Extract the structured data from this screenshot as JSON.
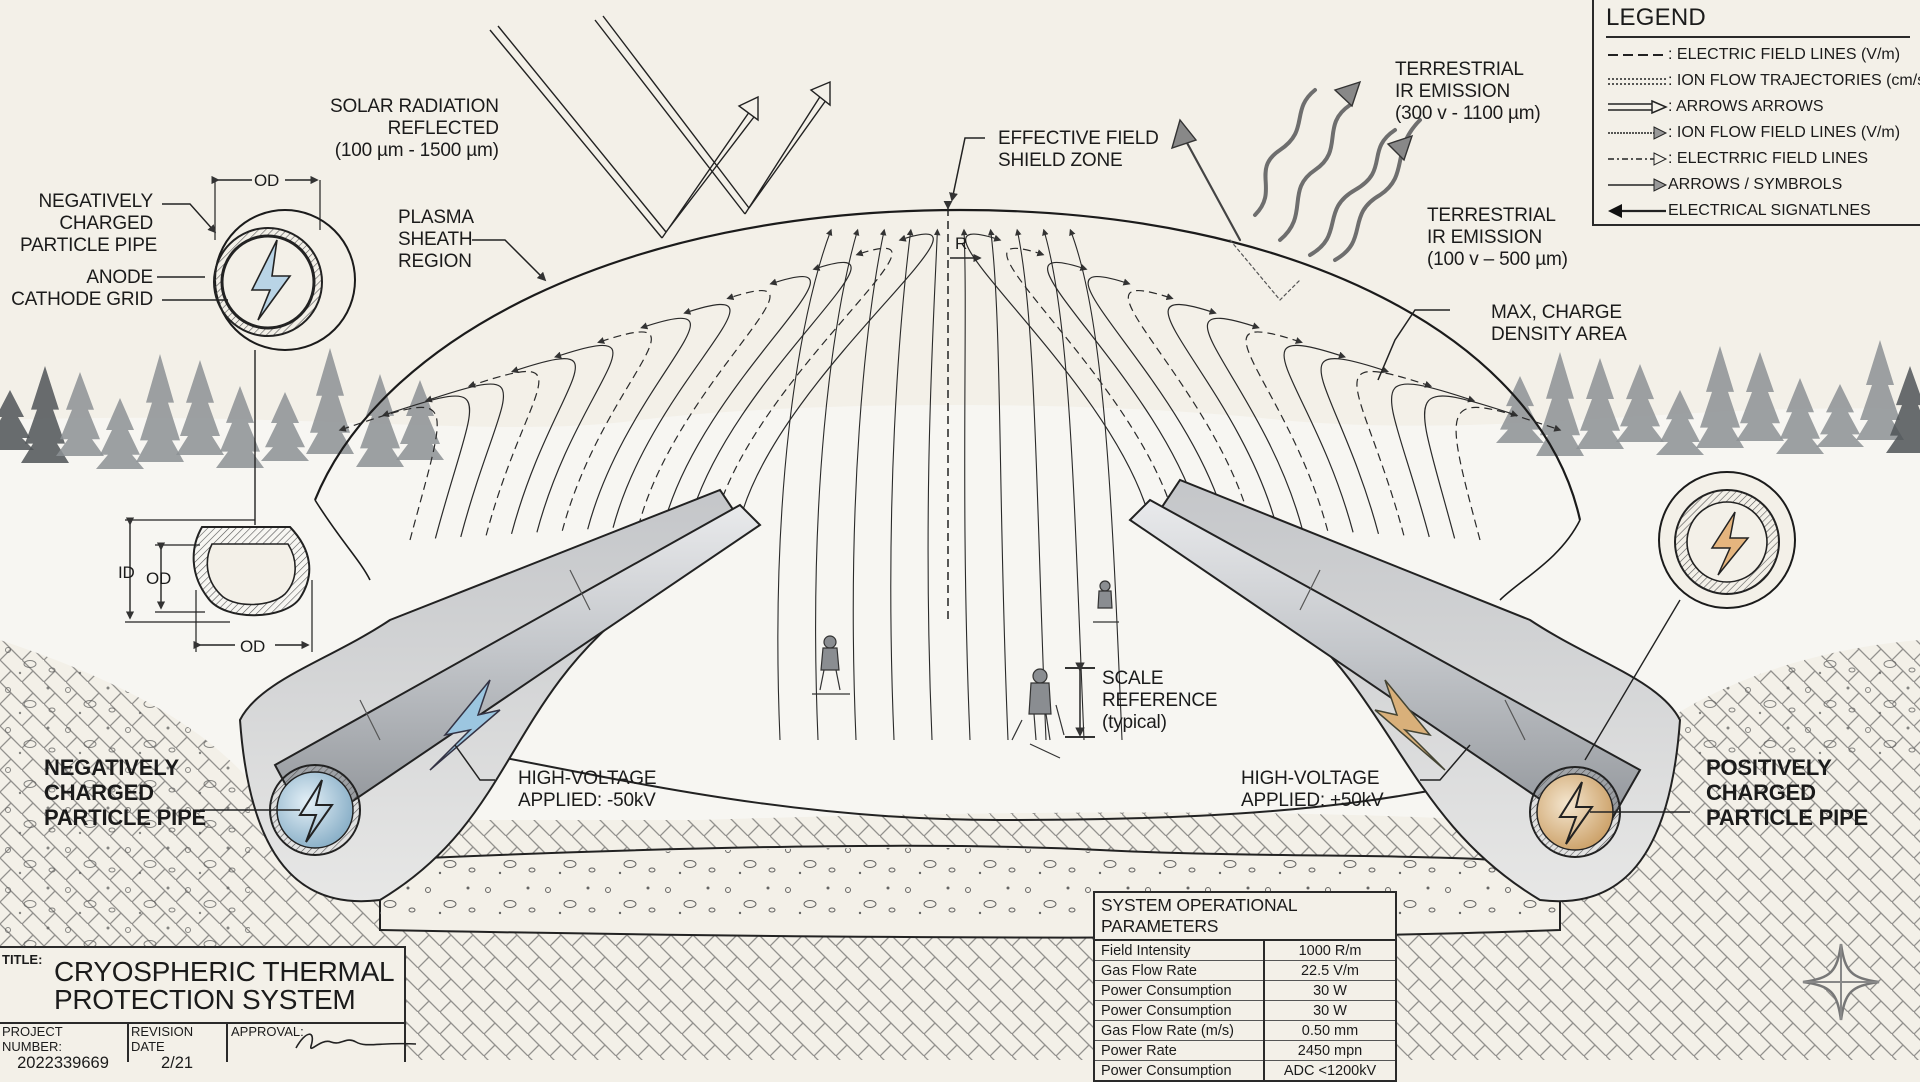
{
  "diagram": {
    "title": "CRYOSPHERIC THERMAL PROTECTION SYSTEM",
    "colors": {
      "paper": "#f3f0e8",
      "ink": "#1b1b1b",
      "negative_accent": "#9cc6e0",
      "positive_accent": "#d9b07a",
      "pipe_gray": "#b9bcc0",
      "tree_gray": "#7c8084"
    },
    "labels": {
      "solar_radiation": [
        "SOLAR RADIATION",
        "REFLECTED",
        "(100 µm - 1500 µm)"
      ],
      "plasma_sheath": [
        "PLASMA",
        "SHEATH",
        "REGION"
      ],
      "effective_field": [
        "EFFECTIVE FIELD",
        "SHIELD ZONE"
      ],
      "radius_marker": "R",
      "ir_emission_1": [
        "TERRESTRIAL",
        "IR EMISSION",
        "(300 v - 1100 µm)"
      ],
      "ir_emission_2": [
        "TERRESTRIAL",
        "IR EMISSION",
        "(100 v – 500 µm)"
      ],
      "max_charge": [
        "MAX, CHARGE",
        "DENSITY AREA"
      ],
      "detail_negative_pipe": [
        "NEGATIVELY",
        "CHARGED",
        "PARTICLE PIPE"
      ],
      "detail_anode": "ANODE",
      "detail_cathode": "CATHODE GRID",
      "detail_od_top": "OD",
      "section_id": "ID",
      "section_od_inner": "OD",
      "section_od_bottom": "OD",
      "scale_reference": [
        "SCALE",
        "REFERENCE",
        "(typical)"
      ],
      "hv_negative": [
        "HIGH-VOLTAGE",
        "APPLIED: -50kV"
      ],
      "hv_positive": [
        "HIGH-VOLTAGE",
        "APPLIED: +50kV"
      ],
      "negative_pipe": [
        "NEGATIVELY",
        "CHARGED",
        "PARTICLE PIPE"
      ],
      "positive_pipe": [
        "POSITIVELY",
        "CHARGED",
        "PARTICLE PIPE"
      ]
    },
    "legend": {
      "title": "LEGEND",
      "items": [
        {
          "symbol": "dashed-line",
          "text": ": ELECTRIC FIELD LINES (V/m)"
        },
        {
          "symbol": "dotted-line",
          "text": ": ION FLOW TRAJECTORIES (cm/s)"
        },
        {
          "symbol": "hollow-double-arrow",
          "text": ": ARROWS ARROWS"
        },
        {
          "symbol": "dotted-arrow-gray-head",
          "text": ": ION FLOW FIELD LINES (V/m)"
        },
        {
          "symbol": "dashdot-arrow-hollow-head",
          "text": ": ELECTRRIC FIELD LINES"
        },
        {
          "symbol": "solid-arrow-gray-head",
          "text": "ARROWS / SYMBROLS"
        },
        {
          "symbol": "solid-left-arrow",
          "text": "ELECTRICAL SIGNATLNES"
        }
      ]
    },
    "parameters": {
      "title": "SYSTEM OPERATIONAL PARAMETERS",
      "rows": [
        {
          "name": "Field Intensity",
          "value": "1000 R/m"
        },
        {
          "name": "Gas Flow Rate",
          "value": "22.5 V/m"
        },
        {
          "name": "Power Consumption",
          "value": "30 W"
        },
        {
          "name": "Power Consumption",
          "value": "30 W"
        },
        {
          "name": "Gas Flow Rate (m/s)",
          "value": "0.50 mm"
        },
        {
          "name": "Power Rate",
          "value": "2450 mpn"
        },
        {
          "name": "Power Consumption",
          "value": "ADC <1200kV"
        }
      ]
    },
    "title_block": {
      "title_label": "TITLE:",
      "title_lines": [
        "CRYOSPHERIC THERMAL",
        "PROTECTION SYSTEM"
      ],
      "project_number_label": "PROJECT NUMBER:",
      "project_number": "2022339669",
      "revision_date_label": "REVISION DATE",
      "revision_date": "2/21",
      "approval_label": "APPROVAL:"
    },
    "icons": [
      "lightning-bolt-icon",
      "compass-star-icon",
      "skier-figure",
      "pine-tree"
    ]
  }
}
